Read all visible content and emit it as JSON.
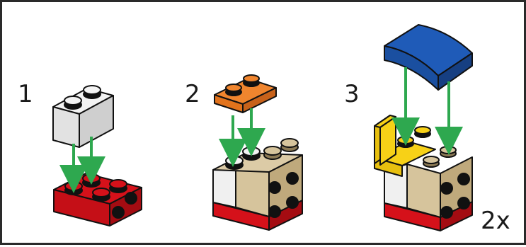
{
  "steps": [
    {
      "number": "1"
    },
    {
      "number": "2"
    },
    {
      "number": "3"
    }
  ],
  "multiplier": "2x",
  "colors": {
    "red": "#d5111a",
    "red_dark": "#a40c12",
    "white": "#f3f3f3",
    "orange": "#f0852e",
    "tan": "#d6c49c",
    "yellow": "#f7d117",
    "blue": "#1f5bb8",
    "arrow": "#2ea84f",
    "stud_black": "#111111"
  }
}
